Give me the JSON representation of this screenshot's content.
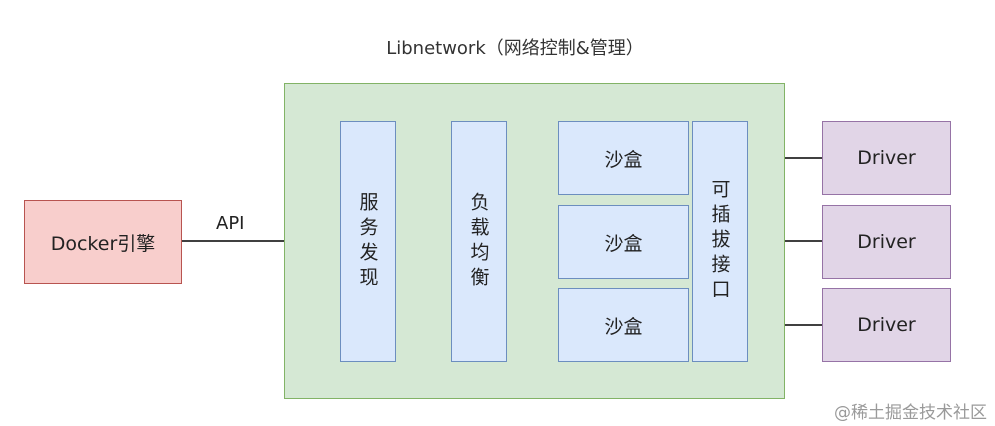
{
  "diagram": {
    "title": "Libnetwork（网络控制&管理）",
    "docker_engine": "Docker引擎",
    "api_label": "API",
    "service_discovery": "服务发现",
    "load_balancer": "负载均衡",
    "sandboxes": [
      "沙盒",
      "沙盒",
      "沙盒"
    ],
    "pluggable_interface": "可插拔接口",
    "drivers": [
      "Driver",
      "Driver",
      "Driver"
    ]
  },
  "watermark": "@稀土掘金技术社区",
  "colors": {
    "container_fill": "#d5e8d4",
    "container_border": "#82b366",
    "engine_fill": "#f8cecc",
    "engine_border": "#b85450",
    "component_fill": "#dae8fc",
    "component_border": "#6c8ebf",
    "driver_fill": "#e1d5e7",
    "driver_border": "#9673a6"
  }
}
